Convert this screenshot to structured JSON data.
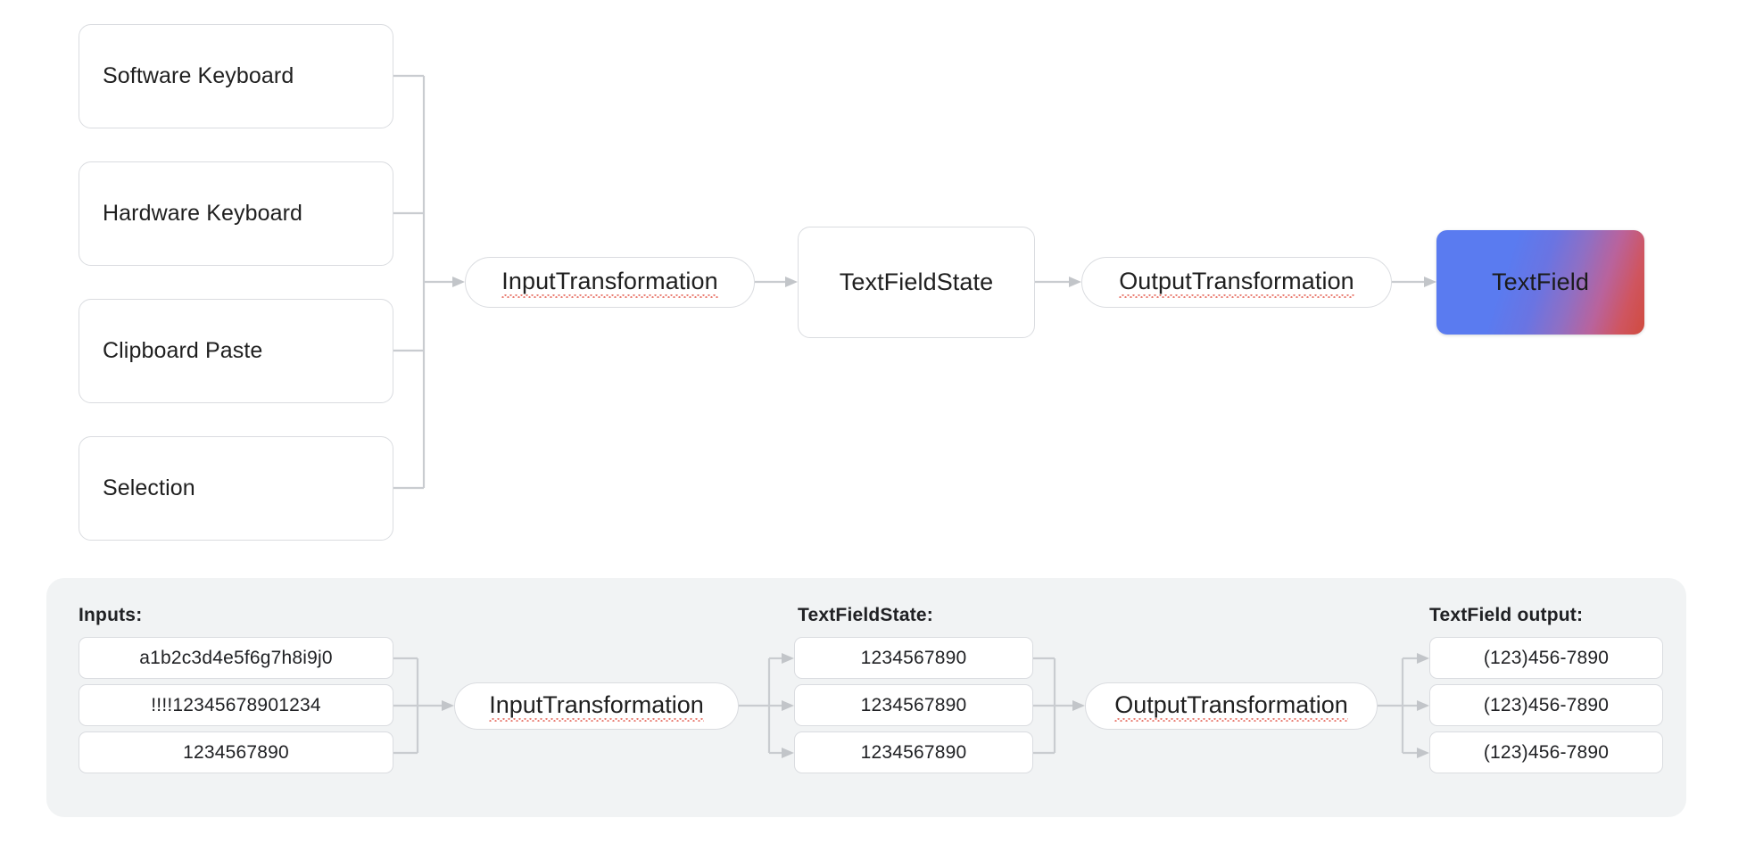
{
  "diagram": {
    "title": "TextField input/output transformation pipeline",
    "colors": {
      "node_border": "#dadce0",
      "panel_background": "#f1f3f4",
      "wire": "#c9ccd0",
      "text": "#202124",
      "gradient_start": "#5a7bf0",
      "gradient_end": "#d04b3e",
      "spellcheck_underline": "#e8776b"
    },
    "top_flow": {
      "sources": [
        {
          "label": "Software Keyboard"
        },
        {
          "label": "Hardware Keyboard"
        },
        {
          "label": "Clipboard Paste"
        },
        {
          "label": "Selection"
        }
      ],
      "input_transformation": {
        "label": "InputTransformation",
        "shape": "pill",
        "spellchecked": true
      },
      "text_field_state": {
        "label": "TextFieldState",
        "shape": "rounded-rect"
      },
      "output_transformation": {
        "label": "OutputTransformation",
        "shape": "pill",
        "spellchecked": true
      },
      "text_field": {
        "label": "TextField",
        "shape": "gradient-rect"
      }
    },
    "example_panel": {
      "columns": {
        "inputs_header": "Inputs:",
        "state_header": "TextFieldState:",
        "output_header": "TextField output:"
      },
      "inputs": [
        "a1b2c3d4e5f6g7h8i9j0",
        "!!!!12345678901234",
        "1234567890"
      ],
      "input_transformation": {
        "label": "InputTransformation",
        "spellchecked": true
      },
      "states": [
        "1234567890",
        "1234567890",
        "1234567890"
      ],
      "output_transformation": {
        "label": "OutputTransformation",
        "spellchecked": true
      },
      "outputs": [
        "(123)456-7890",
        "(123)456-7890",
        "(123)456-7890"
      ]
    }
  }
}
